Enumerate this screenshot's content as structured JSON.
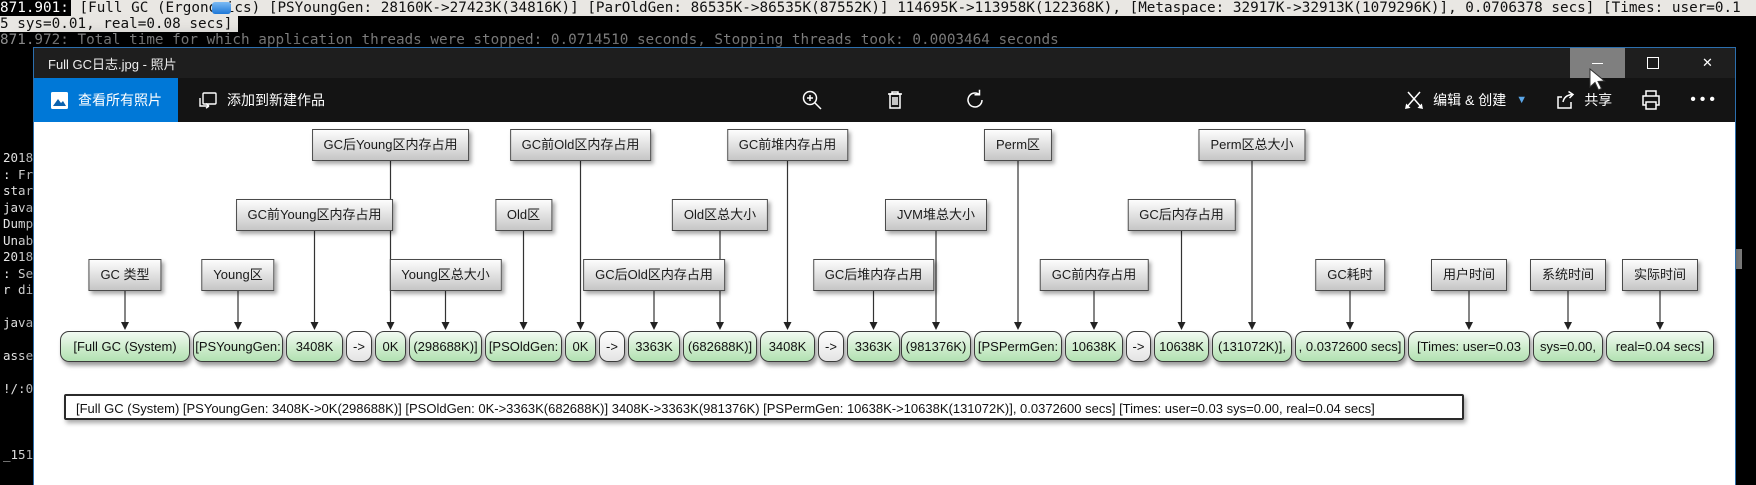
{
  "terminal": {
    "line1_prefix": "871.901:",
    "line1_rest": " [Full GC (Ergonomics) [PSYoungGen: 28160K->27423K(34816K)] [ParOldGen: 86535K->86535K(87552K)] 114695K->113958K(122368K), [Metaspace: 32917K->32913K(1079296K)], 0.0706378 secs] [Times: user=0.1",
    "line2": "5 sys=0.01, real=0.08 secs]",
    "line3": "871.972: Total time for which application threads were stopped: 0.0714510 seconds, Stopping threads took: 0.0003464 seconds",
    "left_fragments": [
      "2018",
      ": Fr",
      "star",
      "java",
      "Dump",
      "Unab",
      "2018",
      ": Se",
      "r di",
      "",
      "java",
      "",
      "asse",
      "",
      "!/:0",
      "",
      "",
      "",
      "_151"
    ]
  },
  "window": {
    "title": "Full GC日志.jpg - 照片",
    "close_glyph": "✕"
  },
  "toolbar": {
    "view_all_label": "查看所有照片",
    "add_to_label": "添加到新建作品",
    "edit_create_label": "编辑 & 创建",
    "edit_chevron": "▼",
    "share_label": "共享",
    "more_label": "•••",
    "icons": {
      "view_all": "photo-icon",
      "add_to": "add-to-album-icon",
      "zoom": "zoom-in-icon",
      "delete": "trash-icon",
      "rotate": "rotate-icon",
      "edit": "edit-create-icon",
      "chevron": "chevron-down-icon",
      "share": "share-icon",
      "print": "printer-icon",
      "more": "see-more-icon"
    }
  },
  "diagram": {
    "labels": [
      {
        "text": "GC后Young区内存占用",
        "row": 1,
        "target": 4
      },
      {
        "text": "GC前Old区内存占用",
        "row": 1,
        "target": 7
      },
      {
        "text": "GC前堆内存占用",
        "row": 1,
        "target": 11
      },
      {
        "text": "Perm区",
        "row": 1,
        "target": 15
      },
      {
        "text": "Perm区总大小",
        "row": 1,
        "target": 19
      },
      {
        "text": "GC前Young区内存占用",
        "row": 2,
        "target": 2
      },
      {
        "text": "Old区",
        "row": 2,
        "target": 6
      },
      {
        "text": "Old区总大小",
        "row": 2,
        "target": 10
      },
      {
        "text": "JVM堆总大小",
        "row": 2,
        "target": 14
      },
      {
        "text": "GC后内存占用",
        "row": 2,
        "target": 18
      },
      {
        "text": "GC 类型",
        "row": 3,
        "target": 0
      },
      {
        "text": "Young区",
        "row": 3,
        "target": 1
      },
      {
        "text": "Young区总大小",
        "row": 3,
        "target": 5
      },
      {
        "text": "GC后Old区内存占用",
        "row": 3,
        "target": 9
      },
      {
        "text": "GC后堆内存占用",
        "row": 3,
        "target": 13
      },
      {
        "text": "GC前内存占用",
        "row": 3,
        "target": 16
      },
      {
        "text": "GC耗时",
        "row": 3,
        "target": 20
      },
      {
        "text": "用户时间",
        "row": 3,
        "target": 21
      },
      {
        "text": "系统时间",
        "row": 3,
        "target": 22
      },
      {
        "text": "实际时间",
        "row": 3,
        "target": 23
      }
    ],
    "segments": [
      {
        "text": "[Full GC (System)",
        "kind": "green"
      },
      {
        "text": "[PSYoungGen:",
        "kind": "green"
      },
      {
        "text": "3408K",
        "kind": "green"
      },
      {
        "text": "->",
        "kind": "arrow"
      },
      {
        "text": "0K",
        "kind": "green"
      },
      {
        "text": "(298688K)]",
        "kind": "green"
      },
      {
        "text": "[PSOldGen:",
        "kind": "green"
      },
      {
        "text": "0K",
        "kind": "green"
      },
      {
        "text": "->",
        "kind": "arrow"
      },
      {
        "text": "3363K",
        "kind": "green"
      },
      {
        "text": "(682688K)]",
        "kind": "green"
      },
      {
        "text": "3408K",
        "kind": "green"
      },
      {
        "text": "->",
        "kind": "arrow"
      },
      {
        "text": "3363K",
        "kind": "green"
      },
      {
        "text": "(981376K)",
        "kind": "green"
      },
      {
        "text": "[PSPermGen:",
        "kind": "green"
      },
      {
        "text": "10638K",
        "kind": "green"
      },
      {
        "text": "->",
        "kind": "arrow"
      },
      {
        "text": "10638K",
        "kind": "green"
      },
      {
        "text": "(131072K)],",
        "kind": "green"
      },
      {
        "text": ", 0.0372600 secs]",
        "kind": "green"
      },
      {
        "text": "[Times: user=0.03",
        "kind": "green"
      },
      {
        "text": "sys=0.00,",
        "kind": "green"
      },
      {
        "text": "real=0.04 secs]",
        "kind": "green"
      }
    ],
    "full_line": "[Full GC (System) [PSYoungGen: 3408K->0K(298688K)] [PSOldGen: 0K->3363K(682688K)] 3408K->3363K(981376K) [PSPermGen: 10638K->10638K(131072K)], 0.0372600 secs] [Times: user=0.03 sys=0.00, real=0.04 secs]"
  },
  "colors": {
    "accent": "#0078d7",
    "segment_green": "#cdeccc",
    "label_gray": "#d9d9d9",
    "window_border": "#2c6fae",
    "terminal_highlight": "#e9e7e3"
  }
}
